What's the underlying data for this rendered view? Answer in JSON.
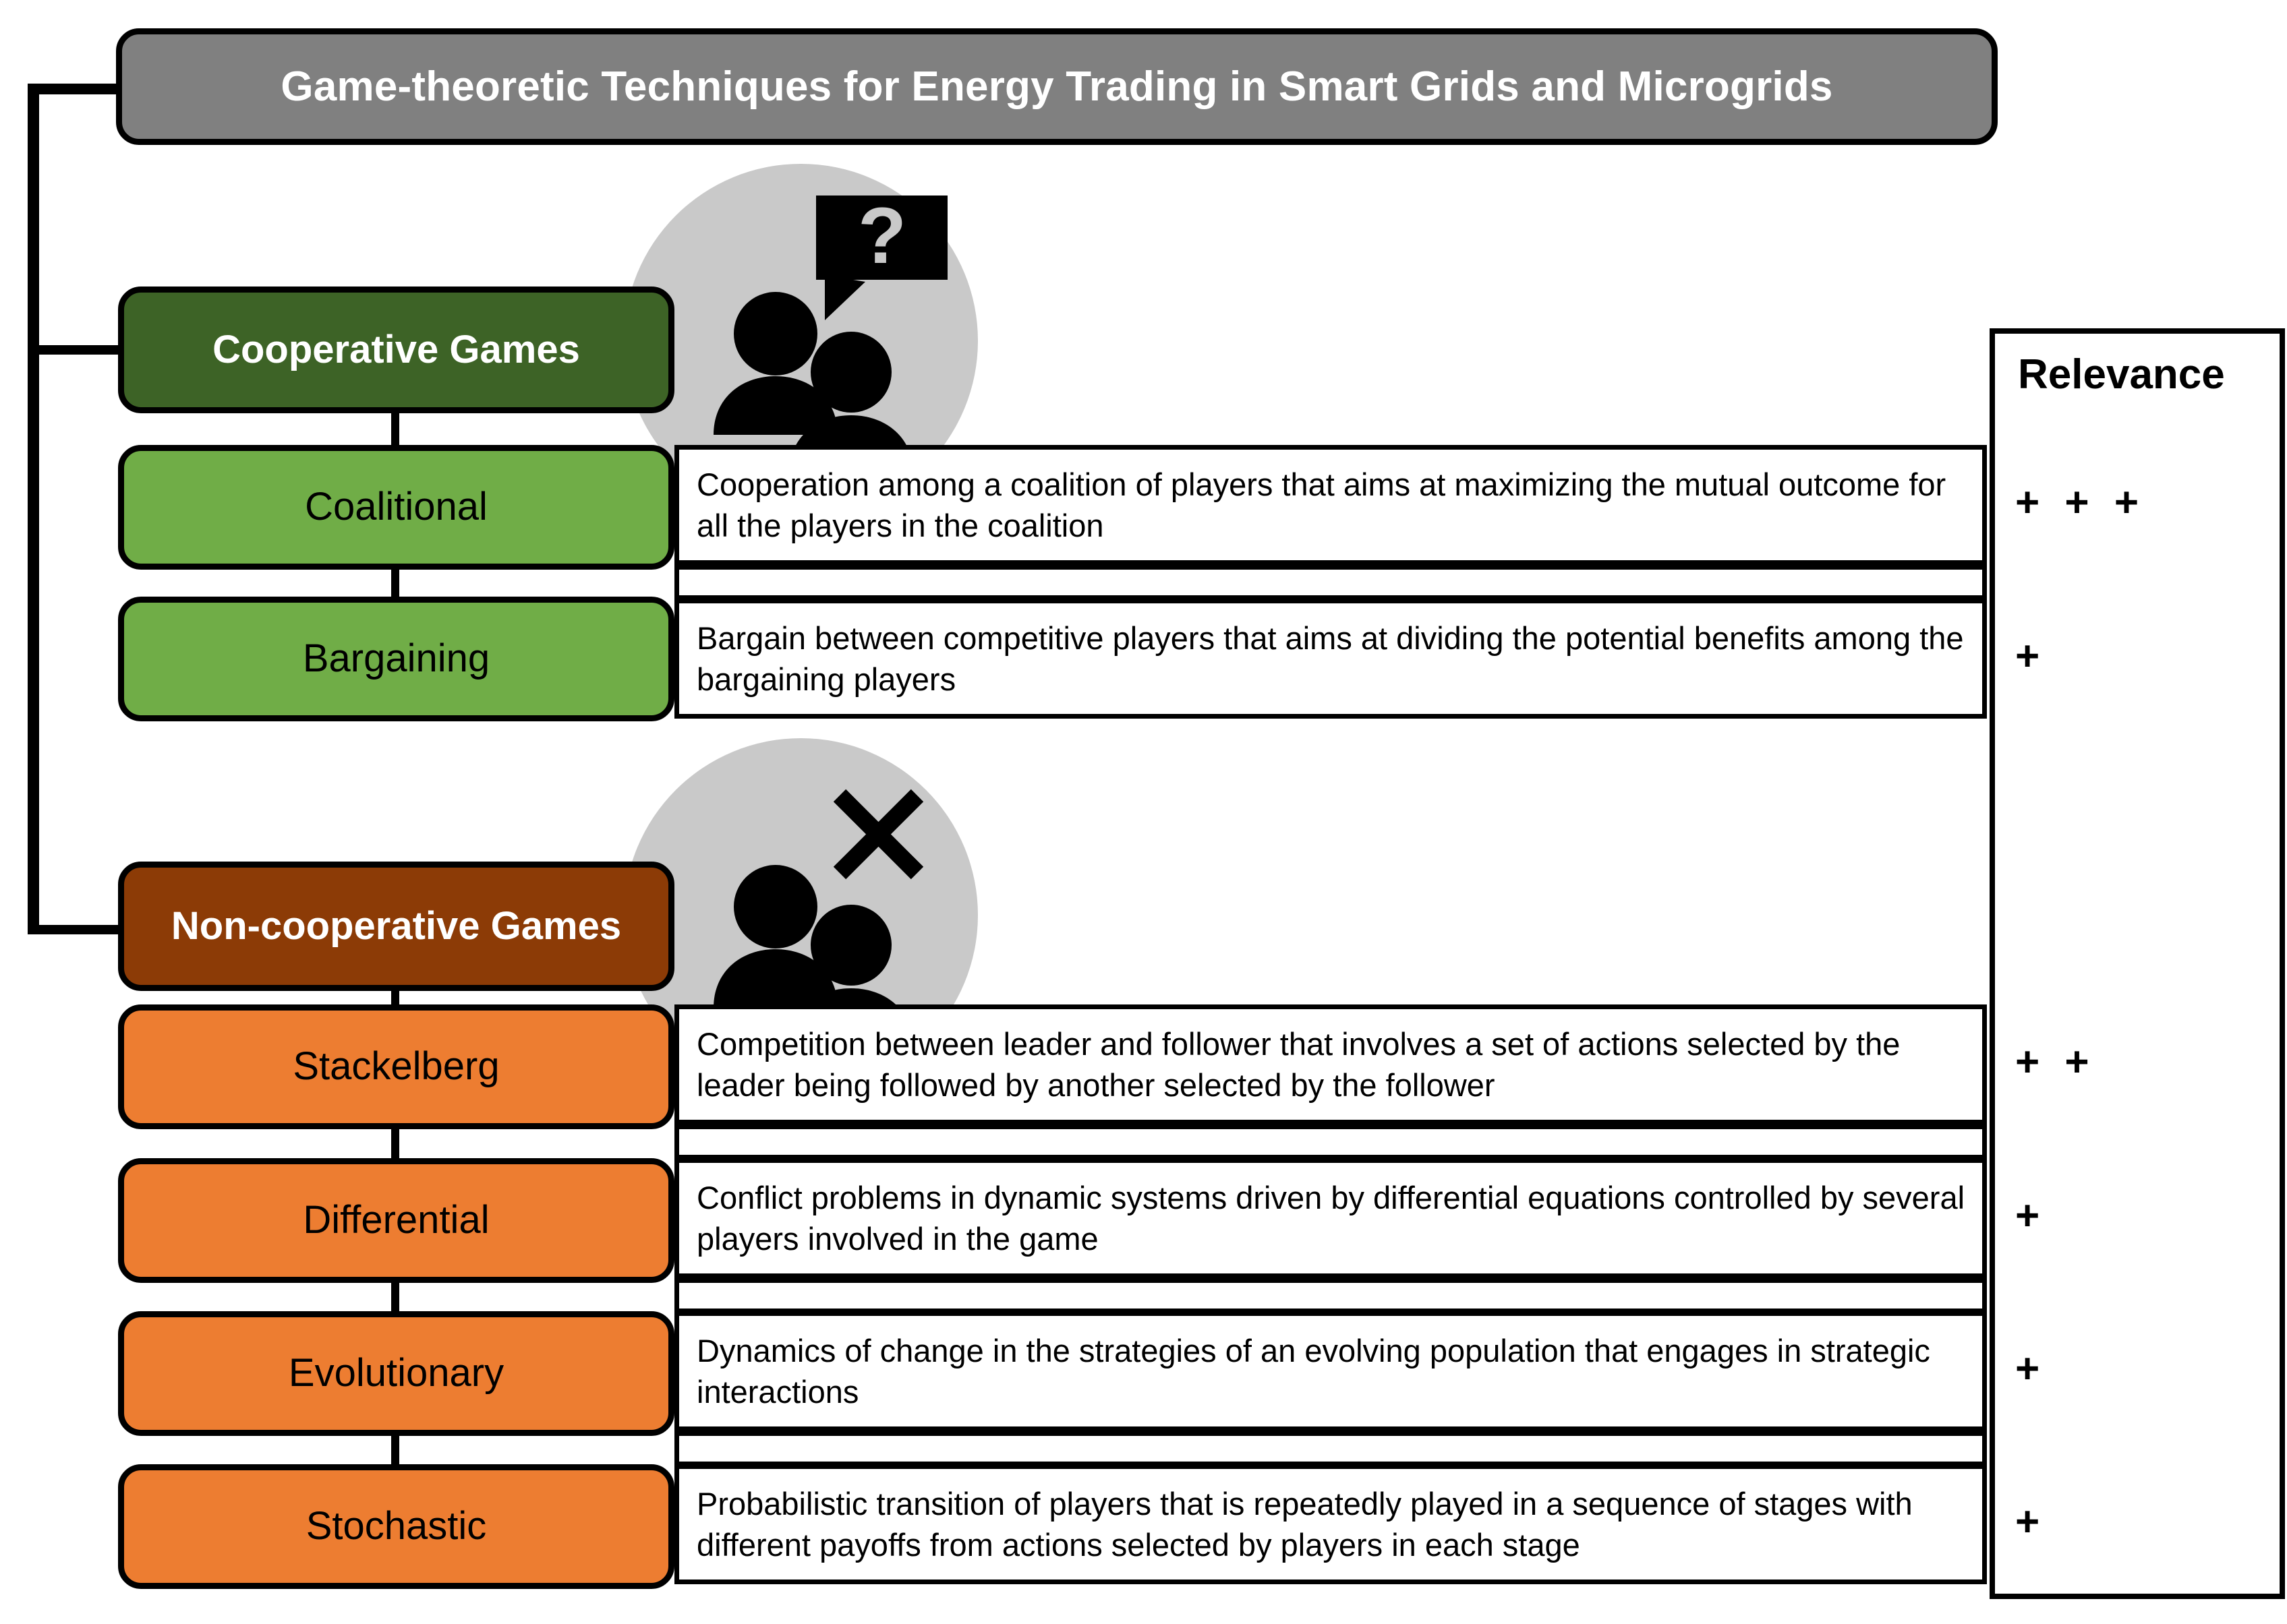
{
  "title": {
    "label": "Game-theoretic Techniques for Energy Trading in Smart Grids and Microgrids",
    "color": "#808080"
  },
  "relevance_column": {
    "header": "Relevance"
  },
  "categories": [
    {
      "id": "cooperative",
      "label": "Cooperative Games",
      "color": "#3d6326",
      "icon": "people-question-icon",
      "children": [
        {
          "label": "Coalitional",
          "color": "#70ad47",
          "description": "Cooperation among a coalition of players that aims at maximizing the mutual outcome for all the players in the coalition",
          "relevance": "+ + +"
        },
        {
          "label": "Bargaining",
          "color": "#70ad47",
          "description": "Bargain between competitive players that aims at dividing the potential benefits among the bargaining players",
          "relevance": "+"
        }
      ]
    },
    {
      "id": "non-cooperative",
      "label": "Non-cooperative Games",
      "color": "#8c3b06",
      "icon": "people-cross-icon",
      "children": [
        {
          "label": "Stackelberg",
          "color": "#ed7d31",
          "description": "Competition between leader and follower that involves a set of actions selected by the leader being followed by another selected by the follower",
          "relevance": "+ +"
        },
        {
          "label": "Differential",
          "color": "#ed7d31",
          "description": "Conflict problems in dynamic systems driven by differential equations controlled by several players involved in the game",
          "relevance": "+"
        },
        {
          "label": "Evolutionary",
          "color": "#ed7d31",
          "description": "Dynamics of change in the strategies of an evolving population that engages in strategic interactions",
          "relevance": "+"
        },
        {
          "label": "Stochastic",
          "color": "#ed7d31",
          "description": "Probabilistic transition of players that is repeatedly played in a sequence of stages with different payoffs from actions selected by players in each stage",
          "relevance": "+"
        }
      ]
    }
  ]
}
